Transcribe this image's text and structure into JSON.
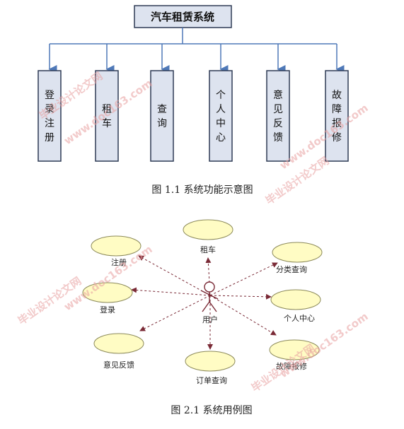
{
  "figure1": {
    "root": "汽车租赁系统",
    "modules": [
      "登录注册",
      "租车",
      "查询",
      "个人中心",
      "意见反馈",
      "故障报修"
    ],
    "caption": "图 1.1  系统功能示意图"
  },
  "figure2": {
    "actor": "用户",
    "use_cases": [
      "租车",
      "注册",
      "分类查询",
      "登录",
      "个人中心",
      "意见反馈",
      "故障报修",
      "订单查询"
    ],
    "caption": "图 2.1  系统用例图"
  },
  "watermarks": [
    "毕业设计论文网",
    "www.doc163.com"
  ],
  "colors": {
    "box_fill": "#dde3ef",
    "box_stroke": "#2f3b55",
    "connector": "#4f79b8",
    "ellipse_fill": "#fffcc4",
    "ellipse_stroke": "#8c8a5a",
    "arrow": "#7a2a36"
  }
}
